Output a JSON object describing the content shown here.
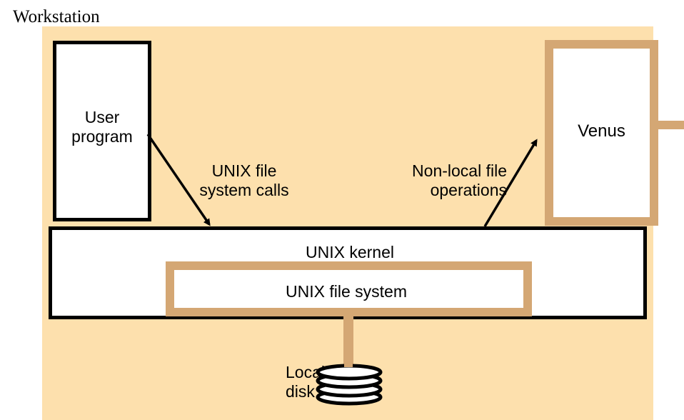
{
  "workstation_label": "Workstation",
  "user_program": {
    "line1": "User",
    "line2": "program"
  },
  "venus_label": "Venus",
  "syscalls": {
    "line1": "UNIX file",
    "line2": "system calls"
  },
  "nonlocal": {
    "line1": "Non-local file",
    "line2": "operations"
  },
  "kernel_label": "UNIX kernel",
  "filesystem_label": "UNIX file system",
  "local_disk": {
    "line1": "Local",
    "line2": "disk"
  },
  "colors": {
    "workstation_bg": "#fde0ad",
    "tan": "#d4a774",
    "black": "#000000"
  }
}
